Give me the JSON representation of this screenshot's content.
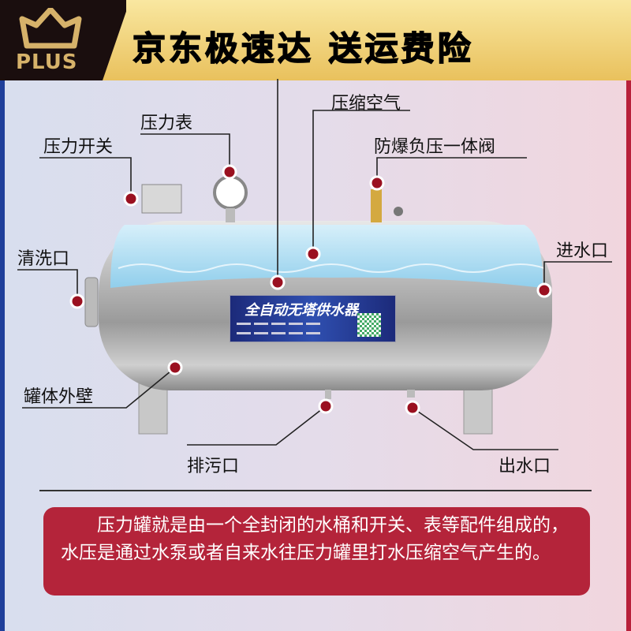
{
  "banner": {
    "logo_text": "PLUS",
    "slogan": "京东极速达  送运费险"
  },
  "tank_sign": {
    "title": "全自动无塔供水器"
  },
  "labels": {
    "pressure_switch": "压力开关",
    "pressure_gauge": "压力表",
    "compressed_air": "压缩空气",
    "valve": "防爆负压一体阀",
    "clean_port": "清洗口",
    "inlet": "进水口",
    "tank_wall": "罐体外壁",
    "drain": "排污口",
    "outlet": "出水口"
  },
  "note": {
    "line1": "压力罐就是由一个全封闭的水桶和开关、表等配件组成的，水压是通过水泵或者自来水往压力罐里打水压缩空气产生的。"
  },
  "colors": {
    "marker": "#9a1020",
    "note_bg": "#b4243a",
    "banner": "#efd27a"
  }
}
